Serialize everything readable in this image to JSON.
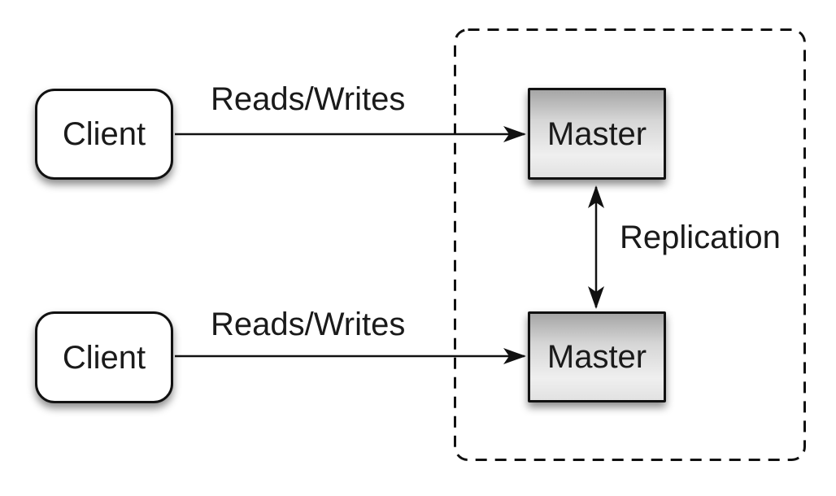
{
  "diagram": {
    "nodes": {
      "client_top": {
        "label": "Client"
      },
      "client_bottom": {
        "label": "Client"
      },
      "master_top": {
        "label": "Master"
      },
      "master_bottom": {
        "label": "Master"
      }
    },
    "edges": {
      "reads_writes_top": {
        "label": "Reads/Writes",
        "from": "client_top",
        "to": "master_top"
      },
      "reads_writes_bottom": {
        "label": "Reads/Writes",
        "from": "client_bottom",
        "to": "master_bottom"
      },
      "replication": {
        "label": "Replication",
        "from": "master_top",
        "to": "master_bottom",
        "bidirectional": true
      }
    },
    "colors": {
      "background": "#ffffff",
      "stroke": "#111111",
      "client_fill": "#ffffff",
      "master_gradient_top": "#a6a6a6",
      "master_gradient_bottom": "#efefef"
    }
  }
}
